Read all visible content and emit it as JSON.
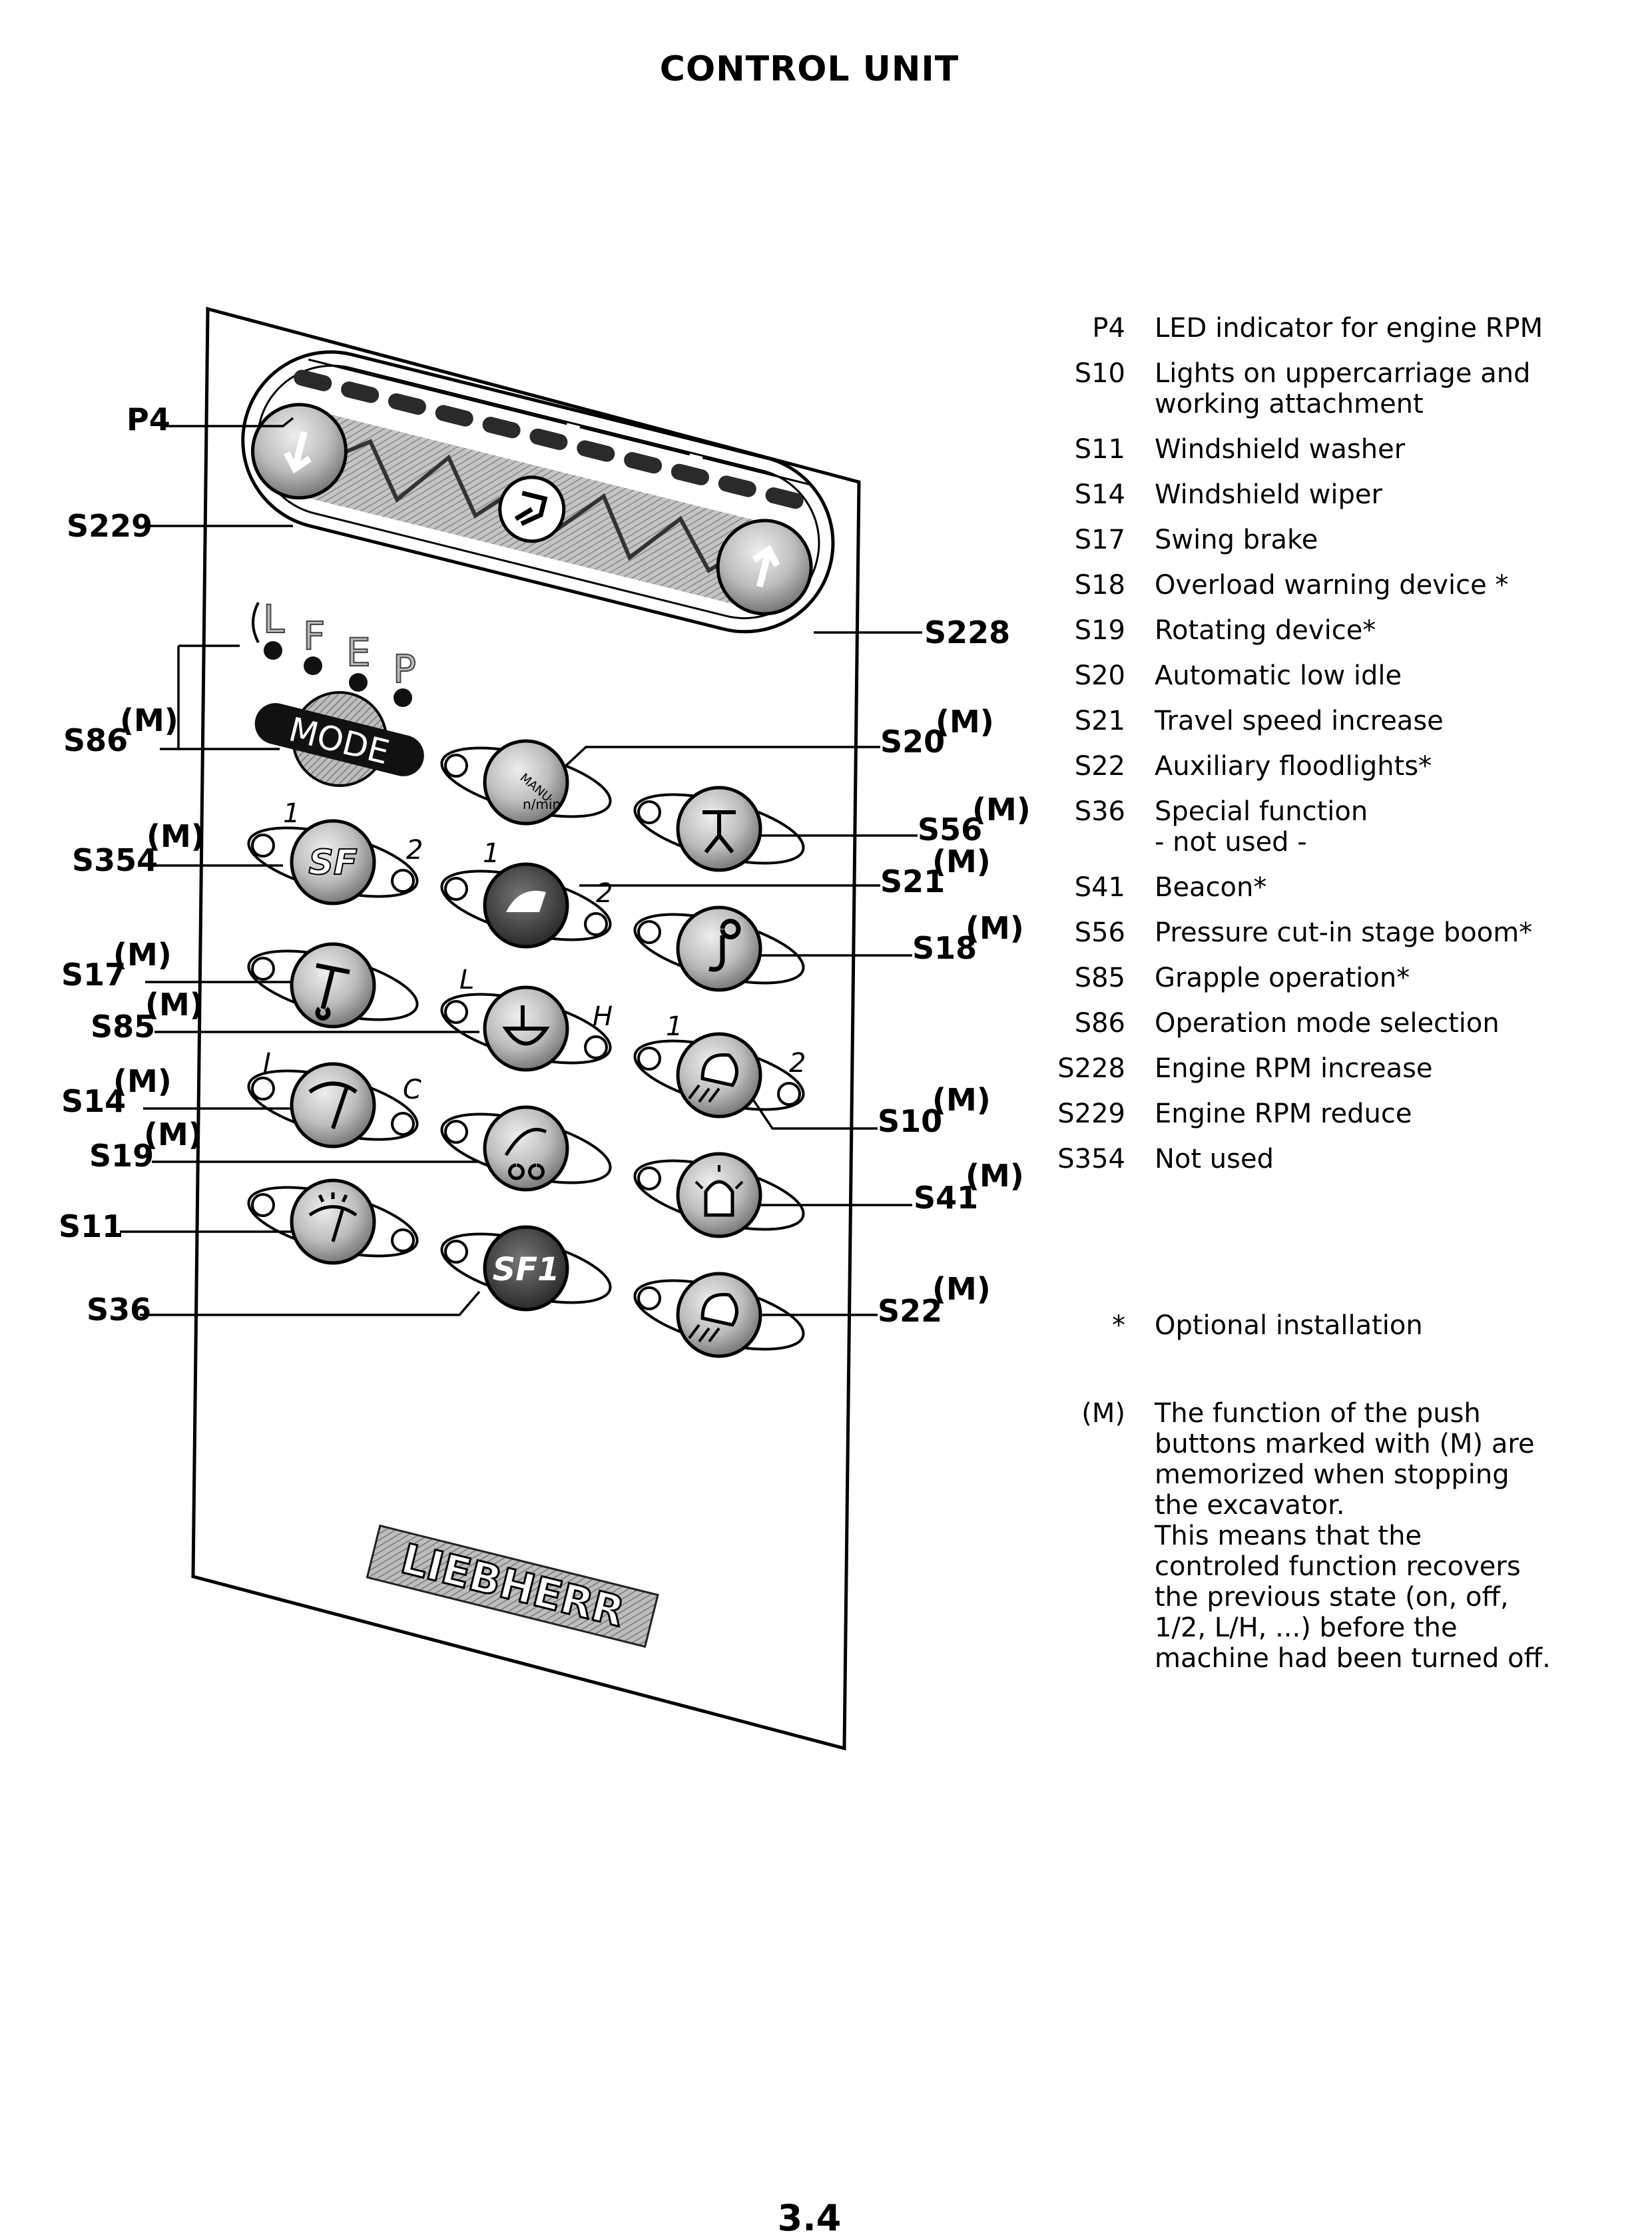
{
  "page": {
    "title": "CONTROL UNIT",
    "page_number": "3.4"
  },
  "diagram": {
    "callouts": [
      {
        "id": "P4",
        "label": "P4",
        "memo": ""
      },
      {
        "id": "S229",
        "label": "S229",
        "memo": ""
      },
      {
        "id": "S228",
        "label": "S228",
        "memo": ""
      },
      {
        "id": "S86",
        "label": "S86",
        "memo": "(M)"
      },
      {
        "id": "S20",
        "label": "S20",
        "memo": "(M)"
      },
      {
        "id": "S354",
        "label": "S354",
        "memo": "(M)"
      },
      {
        "id": "S56",
        "label": "S56",
        "memo": "(M)"
      },
      {
        "id": "S21",
        "label": "S21",
        "memo": "(M)"
      },
      {
        "id": "S17",
        "label": "S17",
        "memo": "(M)"
      },
      {
        "id": "S18",
        "label": "S18",
        "memo": "(M)"
      },
      {
        "id": "S85",
        "label": "S85",
        "memo": "(M)"
      },
      {
        "id": "S14",
        "label": "S14",
        "memo": "(M)"
      },
      {
        "id": "S10",
        "label": "S10",
        "memo": "(M)"
      },
      {
        "id": "S19",
        "label": "S19",
        "memo": "(M)"
      },
      {
        "id": "S41",
        "label": "S41",
        "memo": "(M)"
      },
      {
        "id": "S11",
        "label": "S11",
        "memo": ""
      },
      {
        "id": "S36",
        "label": "S36",
        "memo": ""
      },
      {
        "id": "S22",
        "label": "S22",
        "memo": "(M)"
      }
    ],
    "panel_text": {
      "mode_button": "MODE",
      "sf_button": "SF",
      "sf1_button": "SF1",
      "mode_letters": [
        "L",
        "F",
        "E",
        "P"
      ],
      "pos_1": "1",
      "pos_2": "2",
      "pos_L": "L",
      "pos_H": "H",
      "pos_I": "I",
      "pos_C": "C",
      "manu": "MANU",
      "rpm_unit": "n/min",
      "brand": "LIEBHERR"
    }
  },
  "legend": [
    {
      "code": "P4",
      "desc": "LED indicator for engine RPM",
      "sub": ""
    },
    {
      "code": "S10",
      "desc": "Lights on uppercarriage and working attachment",
      "sub": ""
    },
    {
      "code": "S11",
      "desc": "Windshield washer",
      "sub": ""
    },
    {
      "code": "S14",
      "desc": "Windshield wiper",
      "sub": ""
    },
    {
      "code": "S17",
      "desc": "Swing brake",
      "sub": ""
    },
    {
      "code": "S18",
      "desc": "Overload warning device *",
      "sub": ""
    },
    {
      "code": "S19",
      "desc": "Rotating device*",
      "sub": ""
    },
    {
      "code": "S20",
      "desc": "Automatic low idle",
      "sub": ""
    },
    {
      "code": "S21",
      "desc": "Travel speed increase",
      "sub": ""
    },
    {
      "code": "S22",
      "desc": "Auxiliary floodlights*",
      "sub": ""
    },
    {
      "code": "S36",
      "desc": "Special function",
      "sub": "- not used -"
    },
    {
      "code": "S41",
      "desc": "Beacon*",
      "sub": ""
    },
    {
      "code": "S56",
      "desc": "Pressure cut-in stage boom*",
      "sub": ""
    },
    {
      "code": "S85",
      "desc": "Grapple operation*",
      "sub": ""
    },
    {
      "code": "S86",
      "desc": "Operation mode selection",
      "sub": ""
    },
    {
      "code": "S228",
      "desc": "Engine RPM increase",
      "sub": ""
    },
    {
      "code": "S229",
      "desc": "Engine RPM reduce",
      "sub": ""
    },
    {
      "code": "S354",
      "desc": "Not used",
      "sub": ""
    }
  ],
  "notes": {
    "optional": {
      "symbol": "*",
      "text": "Optional installation"
    },
    "memorized": {
      "symbol": "(M)",
      "text": "The function of the push buttons marked with (M) are memorized when stopping the excavator.\nThis means that the controled function recovers the previous state (on, off, 1/2, L/H, ...) before the machine had been turned off."
    }
  }
}
